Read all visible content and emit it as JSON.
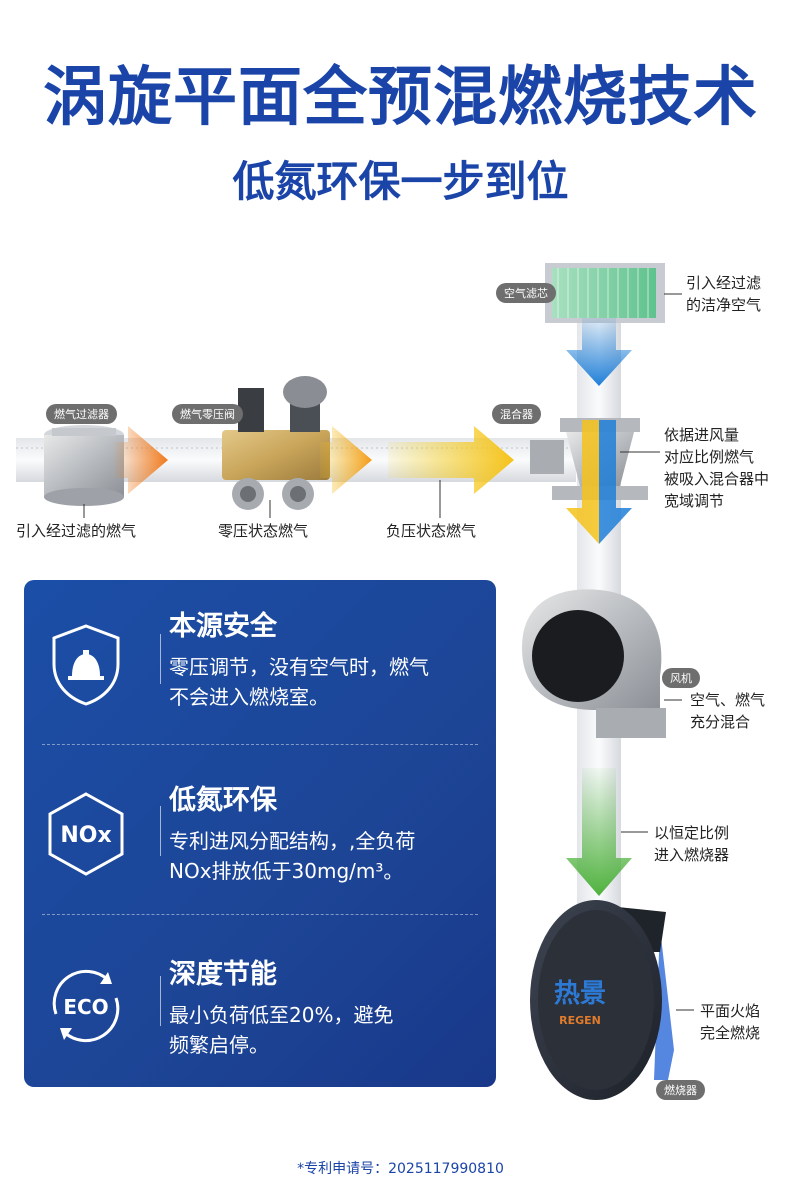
{
  "header": {
    "title": "涡旋平面全预混燃烧技术",
    "subtitle": "低氮环保一步到位"
  },
  "diagram": {
    "tags": {
      "air_filter": "空气滤芯",
      "gas_filter": "燃气过滤器",
      "zero_valve": "燃气零压阀",
      "mixer": "混合器",
      "fan": "风机",
      "burner": "燃烧器"
    },
    "labels": {
      "clean_air_1": "引入经过滤",
      "clean_air_2": "的洁净空气",
      "filtered_gas": "引入经过滤的燃气",
      "zero_pressure": "零压状态燃气",
      "negative_pressure": "负压状态燃气",
      "mixer_1": "依据进风量",
      "mixer_2": "对应比例燃气",
      "mixer_3": "被吸入混合器中",
      "mixer_4": "宽域调节",
      "fan_1": "空气、燃气",
      "fan_2": "充分混合",
      "ratio_1": "以恒定比例",
      "ratio_2": "进入燃烧器",
      "flame_1": "平面火焰",
      "flame_2": "完全燃烧"
    },
    "burner_brand": "热景",
    "burner_brand_en": "REGEN"
  },
  "features": [
    {
      "title": "本源安全",
      "desc1": "零压调节，没有空气时，燃气",
      "desc2": "不会进入燃烧室。",
      "icon": "helmet-shield-icon"
    },
    {
      "title": "低氮环保",
      "desc1": "专利进风分配结构，,全负荷",
      "desc2": "NOx排放低于30mg/m³。",
      "icon": "nox-hexagon-icon",
      "icon_text": "NOx"
    },
    {
      "title": "深度节能",
      "desc1": "最小负荷低至20%，避免",
      "desc2": "频繁启停。",
      "icon": "eco-cycle-icon",
      "icon_text": "ECO"
    }
  ],
  "footer": {
    "patent": "*专利申请号：2025117990810"
  },
  "colors": {
    "brand_blue": "#1a44a8",
    "orange_arrow": "#f07a1c",
    "yellow_arrow": "#f5c21a",
    "blue_arrow": "#1f7fd8",
    "green_arrow": "#4fb23d"
  }
}
